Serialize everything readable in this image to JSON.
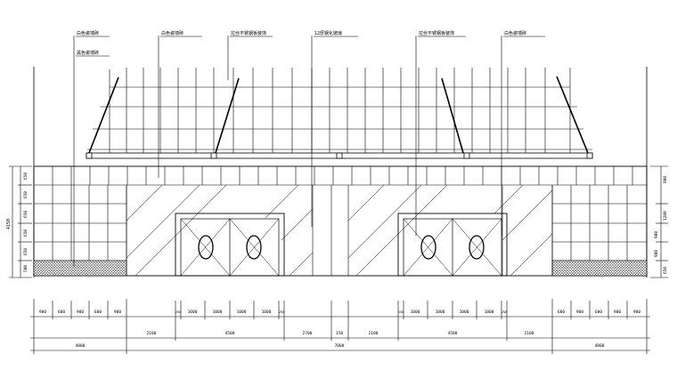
{
  "callouts": [
    "白色瓷墙砖",
    "黑色瓷墙砖",
    "白色瓷墙砖",
    "拉丝不锈钢板装饰",
    "12厚钢化玻璃",
    "拉丝不锈钢板装饰",
    "白色瓷墙砖"
  ],
  "left_overall_dim": "4150",
  "left_dims": [
    "500",
    "650",
    "650",
    "650",
    "650",
    "650"
  ],
  "right_dims": [
    "800",
    "1200",
    "900",
    "900",
    "650"
  ],
  "bottom_row1": [
    "900",
    "600",
    "900",
    "600",
    "900",
    "250",
    "1000",
    "1000",
    "1000",
    "1000",
    "250",
    "150",
    "1000",
    "1000",
    "1000",
    "1000",
    "250",
    "600",
    "900",
    "600",
    "900",
    "900"
  ],
  "bottom_row2": [
    "2100",
    "4500",
    "2700",
    "150",
    "2100",
    "4500",
    "2100"
  ],
  "bottom_row3": [
    "4000",
    "7000",
    "4000"
  ]
}
